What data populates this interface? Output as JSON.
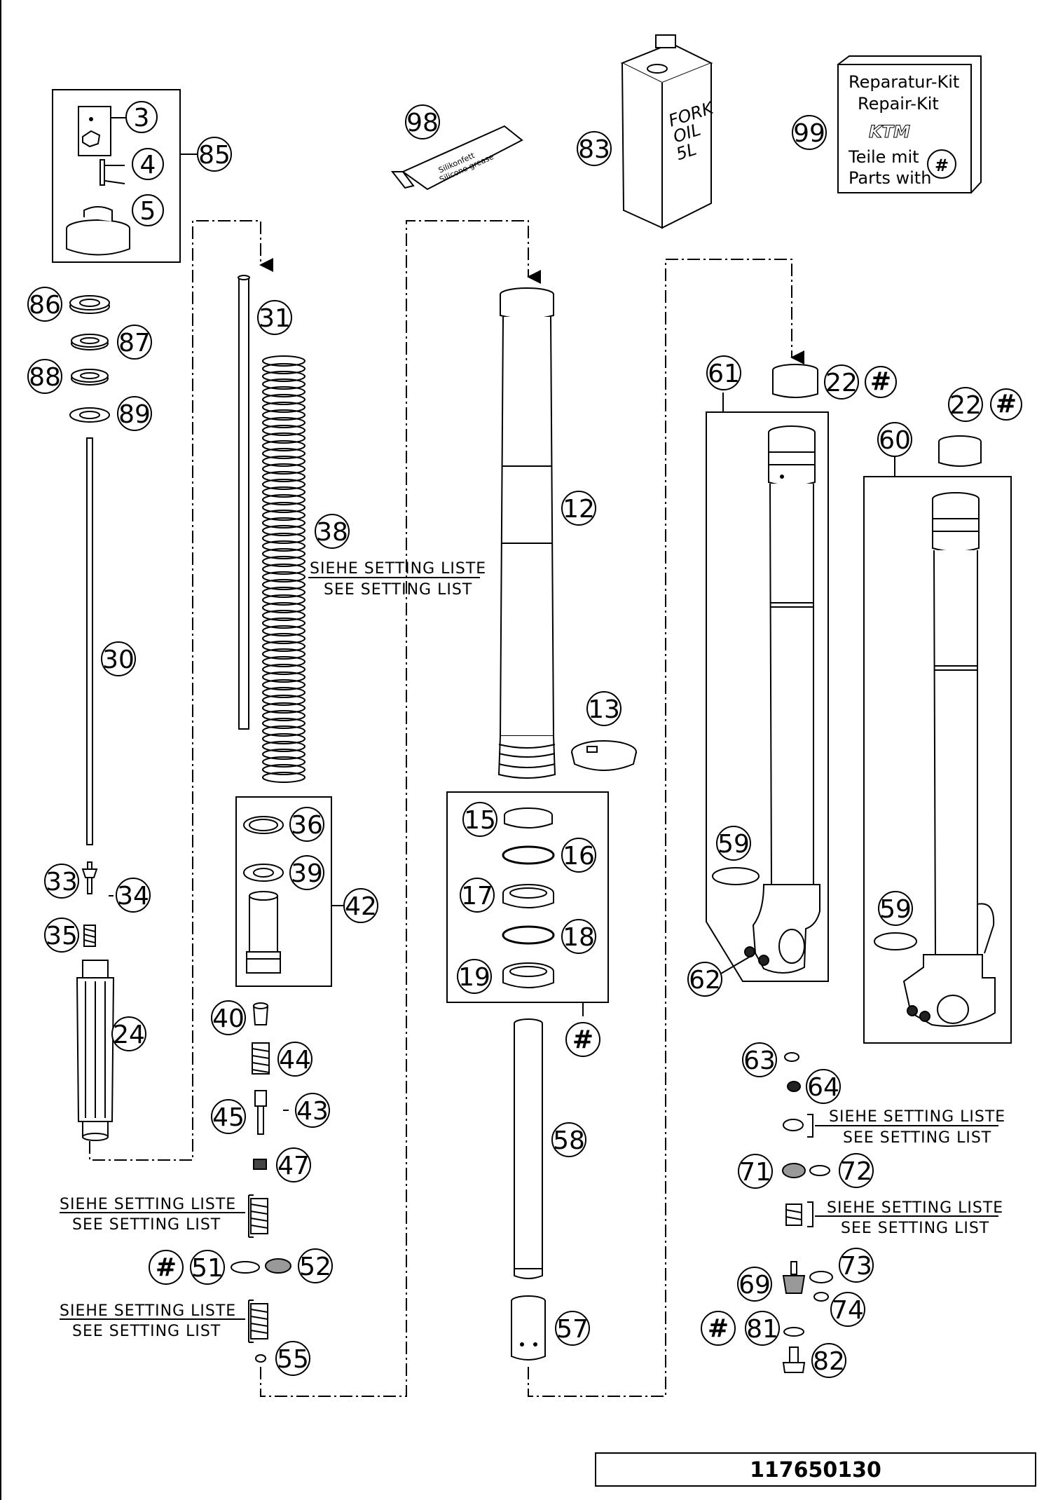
{
  "diagram": {
    "drawing_number": "117650130",
    "setting_note": {
      "de": "SIEHE SETTING LISTE",
      "en": "SEE SETTING LIST"
    },
    "repair_kit": {
      "line1": "Reparatur-Kit",
      "line2": "Repair-Kit",
      "brand": "KTM",
      "line3": "Teile mit",
      "line4": "Parts with",
      "mark": "#"
    },
    "oil_can": {
      "line1": "FORK",
      "line2": "OIL",
      "line3": "5L"
    },
    "grease_tube": {
      "line1": "Silikonfett",
      "line2": "Silicone grease"
    },
    "kit_mark": "#",
    "part_labels": {
      "p3": "3",
      "p4": "4",
      "p5": "5",
      "p85": "85",
      "p98": "98",
      "p83": "83",
      "p99": "99",
      "p86": "86",
      "p87": "87",
      "p88": "88",
      "p89": "89",
      "p30": "30",
      "p31": "31",
      "p38": "38",
      "p12": "12",
      "p13": "13",
      "p61": "61",
      "p22a": "22",
      "p22b": "22",
      "p60": "60",
      "p33": "33",
      "p34": "34",
      "p35": "35",
      "p24": "24",
      "p36": "36",
      "p39": "39",
      "p42": "42",
      "p15": "15",
      "p16": "16",
      "p17": "17",
      "p18": "18",
      "p19": "19",
      "p59a": "59",
      "p59b": "59",
      "p62": "62",
      "p40": "40",
      "p44": "44",
      "p45": "45",
      "p43": "43",
      "p47": "47",
      "p58": "58",
      "p63": "63",
      "p64": "64",
      "p71": "71",
      "p72": "72",
      "p51": "51",
      "p52": "52",
      "p73": "73",
      "p69": "69",
      "p74": "74",
      "p81": "81",
      "p82": "82",
      "p57": "57",
      "p55": "55"
    }
  }
}
